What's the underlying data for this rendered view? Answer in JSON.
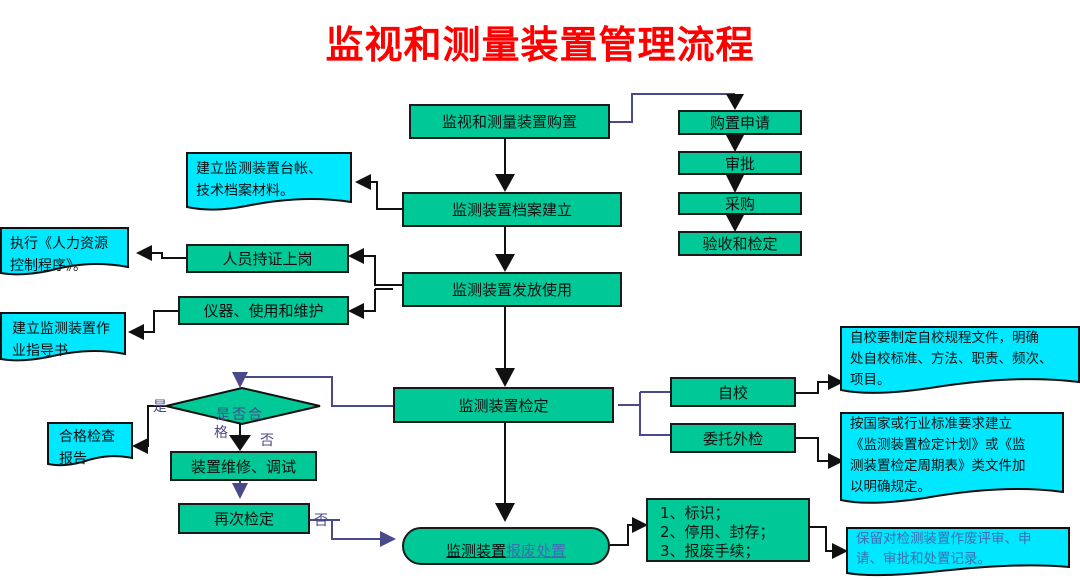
{
  "title": "监视和测量装置管理流程",
  "colors": {
    "title": "#ff0000",
    "process": "#00c896",
    "document": "#00e8ff",
    "connector_dark": "#111111",
    "connector_blue": "#4a4a8a"
  },
  "main_flow": {
    "purchase": "监视和测量装置购置",
    "archive": "监测装置档案建立",
    "issue": "监测装置发放使用",
    "verify": "监测装置检定",
    "scrap_prefix": "监测装置",
    "scrap_suffix": "报废处置"
  },
  "purchase_steps": [
    "购置申请",
    "审批",
    "采购",
    "验收和检定"
  ],
  "side": {
    "certified": "人员持证上岗",
    "maintenance": "仪器、使用和维护",
    "self_check": "自校",
    "external": "委托外检",
    "repair": "装置维修、调试",
    "recheck": "再次检定"
  },
  "decision": {
    "text_line1": "是否合",
    "text_line2": "格",
    "yes": "是",
    "no": "否",
    "no2": "否"
  },
  "documents": {
    "ledger": [
      "建立监测装置台帐、",
      "技术档案材料。"
    ],
    "hr": [
      "执行《人力资源",
      "控制程序》。"
    ],
    "instruction": [
      "建立监测装置作",
      "业指导书"
    ],
    "report": [
      "合格检查",
      "报告"
    ],
    "self_rule": [
      "自校要制定自校规程文件，明确",
      "处自校标准、方法、职责、频次、",
      "项目。"
    ],
    "external_rule": [
      "按国家或行业标准要求建立",
      "《监测装置检定计划》或《监",
      "测装置检定周期表》类文件加",
      "以明确规定。"
    ],
    "records": [
      "保留对检测装置作废评审、申",
      "请、审批和处置记录。"
    ]
  },
  "scrap_steps": [
    "1、标识；",
    "2、停用、封存；",
    "3、报废手续；"
  ]
}
